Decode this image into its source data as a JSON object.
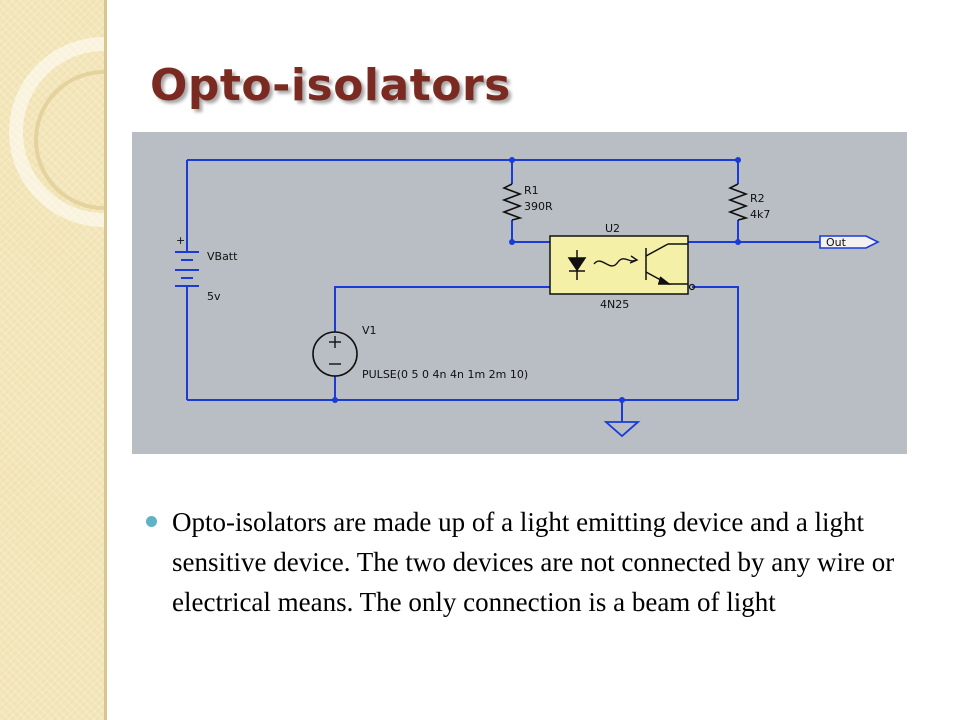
{
  "slide": {
    "title": "Opto-isolators",
    "bullet": "Opto-isolators are made up of a light emitting device and a light sensitive device. The two devices are not connected by any wire or electrical means. The only connection is a beam of light"
  },
  "diagram": {
    "battery": {
      "name": "VBatt",
      "value": "5v",
      "plus": "+"
    },
    "r1": {
      "name": "R1",
      "value": "390R"
    },
    "r2": {
      "name": "R2",
      "value": "4k7"
    },
    "opto": {
      "name": "U2",
      "part": "4N25"
    },
    "source": {
      "name": "V1",
      "spec": "PULSE(0 5 0 4n 4n 1m 2m 10)"
    },
    "output": {
      "label": "Out"
    }
  },
  "colors": {
    "title": "#7a2a20",
    "wire": "#1a3bd6",
    "diagram_background": "#b8bec4",
    "opto_fill": "#f4f0a8",
    "band": "#f3e6b8",
    "bullet": "#5fb3c6"
  }
}
